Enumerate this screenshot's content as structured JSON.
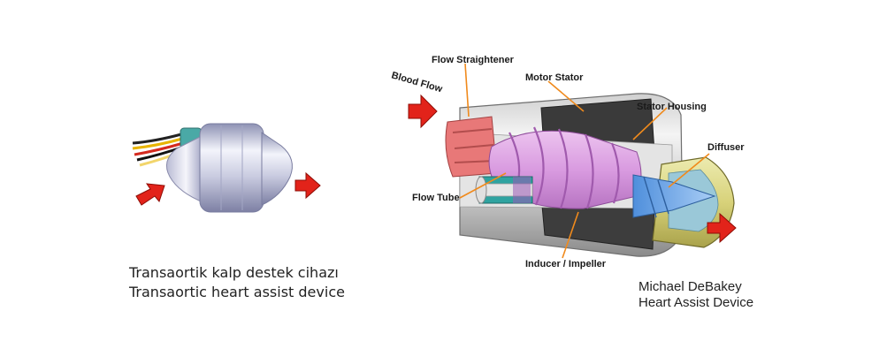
{
  "left_device": {
    "caption_line1": "Transaortik kalp destek cihazı",
    "caption_line2": "Transaortic heart assist device"
  },
  "right_device": {
    "labels": {
      "blood_flow": "Blood Flow",
      "flow_straightener": "Flow Straightener",
      "motor_stator": "Motor Stator",
      "stator_housing": "Stator Housing",
      "diffuser": "Diffuser",
      "flow_tube": "Flow Tube",
      "inducer_impeller": "Inducer / Impeller"
    },
    "caption_line1": "Michael DeBakey",
    "caption_line2": "Heart Assist Device"
  },
  "colors": {
    "arrow_red": "#e2231a",
    "leader_orange": "#f08a1c",
    "impeller_pink": "#d99be0",
    "diffuser_blue": "#6fa8e8",
    "straightener_red": "#e87878",
    "end_cap_yellow": "#d8d27a"
  },
  "icons": [
    "red-arrow-icon"
  ]
}
